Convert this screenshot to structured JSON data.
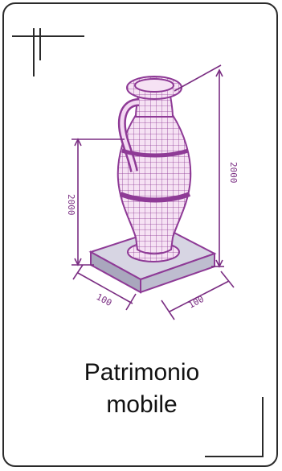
{
  "card": {
    "title_line1": "Patrimonio",
    "title_line2": "mobile",
    "icon": "amphora-vase-on-pedestal-icon"
  },
  "dimensions": {
    "height_total": "2000",
    "height_vase": "2000",
    "base_width": "100",
    "base_depth": "100"
  },
  "colors": {
    "vase_stroke": "#8e3a96",
    "vase_fill": "#f3d8f2",
    "base_fill": "#b9b8ca",
    "dimension_lines": "#7a2d82",
    "frame": "#2a2a2a"
  }
}
